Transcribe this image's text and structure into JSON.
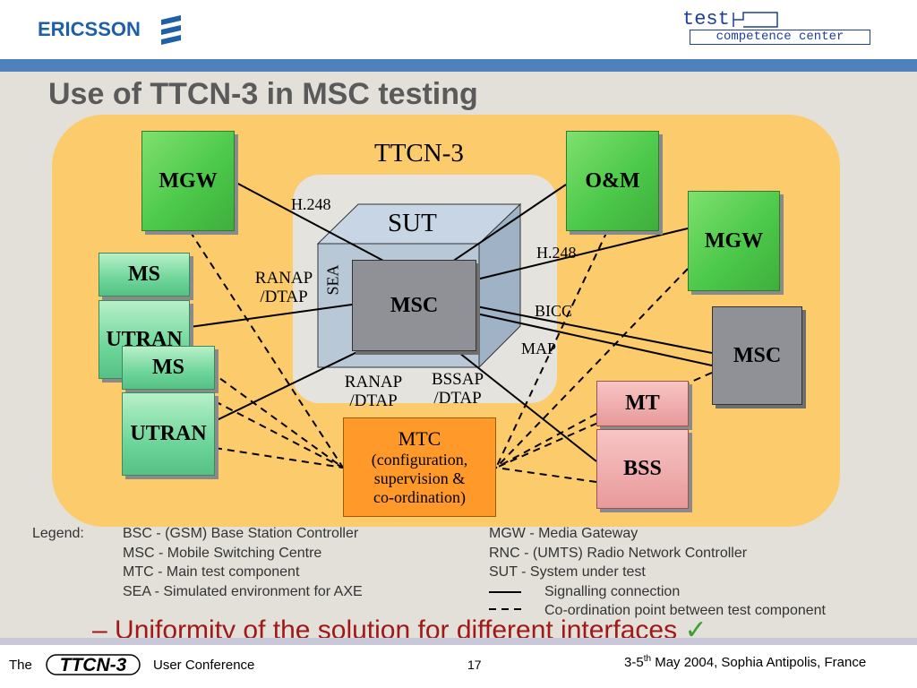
{
  "header": {
    "brand": "ERICSSON",
    "test_logo": "test",
    "competence": "competence center"
  },
  "slide": {
    "title": "Use of TTCN-3 in MSC testing",
    "bullet": "Uniformity of the solution for different interfaces",
    "bullet_dash": "–",
    "check": "✓"
  },
  "diagram": {
    "ttcn3_label": "TTCN-3",
    "sut_label": "SUT",
    "sea_label": "SEA",
    "nodes": {
      "mgw_left": "MGW",
      "om": "O&M",
      "mgw_right": "MGW",
      "ms1": "MS",
      "utran1": "UTRAN",
      "ms2": "MS",
      "utran2": "UTRAN",
      "msc_center": "MSC",
      "msc_right": "MSC",
      "mt": "MT",
      "bss": "BSS",
      "mtc_title": "MTC",
      "mtc_l1": "(configuration,",
      "mtc_l2": "supervision &",
      "mtc_l3": "co-ordination)"
    },
    "interfaces": {
      "h248_left": "H.248",
      "h248_right": "H.248",
      "ranap_top_1": "RANAP",
      "ranap_top_2": "/DTAP",
      "bicc": "BICC",
      "map": "MAP",
      "ranap_bot_1": "RANAP",
      "ranap_bot_2": "/DTAP",
      "bssap_1": "BSSAP",
      "bssap_2": "/DTAP"
    }
  },
  "legend": {
    "heading": "Legend:",
    "col1": [
      "BSC - (GSM) Base Station Controller",
      "MSC - Mobile Switching Centre",
      "MTC - Main test component",
      "SEA - Simulated environment for AXE"
    ],
    "col2": [
      "MGW - Media Gateway",
      "RNC - (UMTS) Radio Network Controller",
      "SUT - System under test"
    ],
    "signalling": "Signalling connection",
    "coordination": "Co-ordination point between test component"
  },
  "footer": {
    "the": "The",
    "logo_text": "TTCN-3",
    "conference": "User Conference",
    "page": "17",
    "date_pre": "3-5",
    "date_sup": "th",
    "date_post": " May 2004, Sophia Antipolis, France"
  },
  "colors": {
    "accent_bar": "#4f81bd",
    "title_gray": "#5a5a5a",
    "bullet_red": "#a01818",
    "check_green": "#3aa030",
    "orange_region": "#fccb6c",
    "mtc_orange": "#ff9a2a"
  }
}
